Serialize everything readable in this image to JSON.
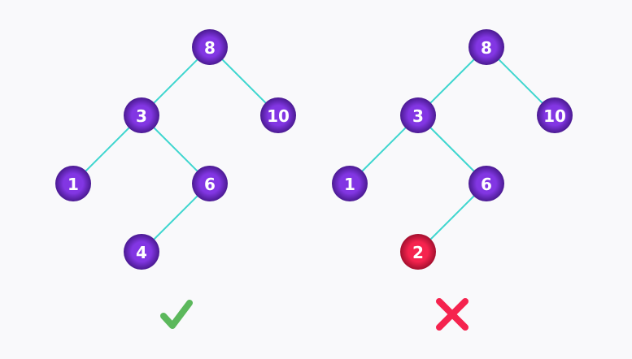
{
  "colors": {
    "background": "#f9f9fb",
    "node": "#8236e3",
    "node_highlight": "#2a0f4f",
    "invalid_node": "#f5234e",
    "invalid_node_highlight": "#6b0016",
    "edge": "#3fd6cf",
    "check": "#5cb85c",
    "cross": "#f5234e",
    "label": "#ffffff"
  },
  "trees": [
    {
      "verdict_icon": "check-icon",
      "nodes": [
        {
          "id": "root",
          "label": "8"
        },
        {
          "id": "left",
          "label": "3"
        },
        {
          "id": "right",
          "label": "10"
        },
        {
          "id": "left-left",
          "label": "1"
        },
        {
          "id": "left-right",
          "label": "6"
        },
        {
          "id": "left-right-left",
          "label": "4"
        }
      ],
      "edges": [
        [
          "root",
          "left"
        ],
        [
          "root",
          "right"
        ],
        [
          "left",
          "left-left"
        ],
        [
          "left",
          "left-right"
        ],
        [
          "left-right",
          "left-right-left"
        ]
      ],
      "invalid_nodes": []
    },
    {
      "verdict_icon": "cross-icon",
      "nodes": [
        {
          "id": "root",
          "label": "8"
        },
        {
          "id": "left",
          "label": "3"
        },
        {
          "id": "right",
          "label": "10"
        },
        {
          "id": "left-left",
          "label": "1"
        },
        {
          "id": "left-right",
          "label": "6"
        },
        {
          "id": "left-right-left",
          "label": "2"
        }
      ],
      "edges": [
        [
          "root",
          "left"
        ],
        [
          "root",
          "right"
        ],
        [
          "left",
          "left-left"
        ],
        [
          "left",
          "left-right"
        ],
        [
          "left-right",
          "left-right-left"
        ]
      ],
      "invalid_nodes": [
        "left-right-left"
      ]
    }
  ]
}
